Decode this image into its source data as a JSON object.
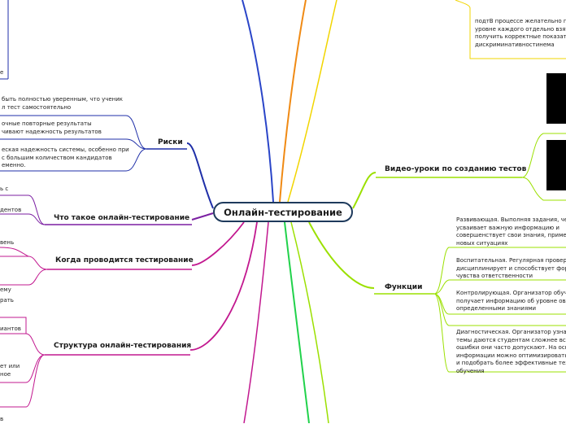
{
  "center": {
    "label": "Онлайн-тестирование"
  },
  "branches": {
    "risks": "Риски",
    "what": "Что такое онлайн-тестирование",
    "when": "Когда проводится тестирование",
    "structure": "Структура онлайн-тестирования",
    "video": "Видео-уроки по созданию тестов",
    "functions": "Функции"
  },
  "risks_items": [
    "быть полностью уверенным, что ученик\nл тест самостоятельно",
    "очные повторные результаты\nчивают надежность результатов",
    "еская надежность системы, особенно при\nс большим количеством кандидатов\nеменно."
  ],
  "top_note": "подтВ процессе желательно при\nуровне каждого отдельно взятог\nполучить корректные показател\nдискриминативностинема",
  "functions_items": [
    "Развивающая. Выполняя задания, чело\nусваивает важную информацию и\nсовершенствует свои знания, применя\nновых ситуациях",
    "Воспитательная. Регулярная проверка\nдисциплинирует и способствует форми\nчувства ответственности",
    "Контролирующая. Организатор обучен\nполучает информацию об уровне овлад\nопределенными знаниями",
    "Диагностическая. Организатор узнает,\nтемы даются студентам сложнее всего,\nошибки они часто допускают. На основ\nинформации можно оптимизировать м\nи подобрать более эффективные техно\nобучения"
  ],
  "left_fragments": {
    "f_top": "е",
    "f_what_1": "ь с",
    "f_what_2": "дентов",
    "f_when_1": "вень",
    "f_when_2": "ему",
    "f_struct_1": "рать",
    "f_struct_2": "иантов",
    "f_struct_3": "ет или",
    "f_struct_4": "ное",
    "f_struct_5": "в"
  },
  "colors": {
    "center_border": "#1e3a5c",
    "risks": "#1f2fa8",
    "what": "#7b1fa2",
    "when": "#c2188f",
    "structure": "#c2188f",
    "video": "#9be000",
    "functions": "#9be000",
    "top_note": "#f2d500",
    "blue_top": "#2a45c8",
    "orange_top": "#f08a14",
    "green_bottom": "#21d24b"
  }
}
